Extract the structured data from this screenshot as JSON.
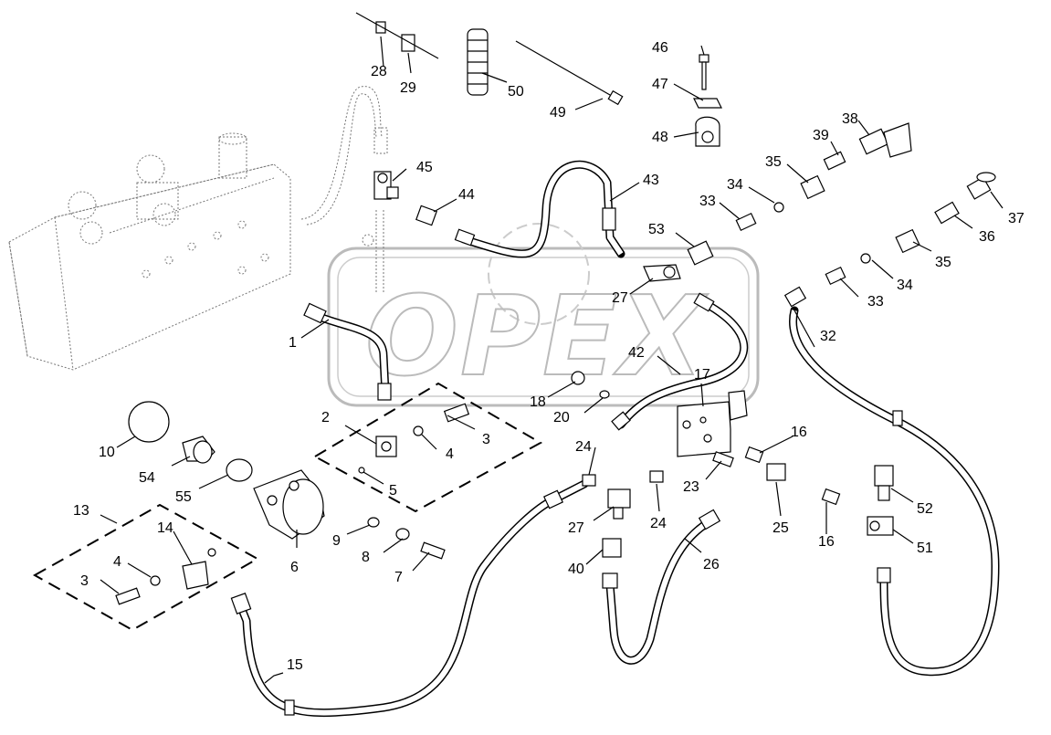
{
  "watermark": "OPEX",
  "labels": {
    "l1": "1",
    "l2": "2",
    "l3a": "3",
    "l3b": "3",
    "l4a": "4",
    "l4b": "4",
    "l5": "5",
    "l6": "6",
    "l7": "7",
    "l8": "8",
    "l9": "9",
    "l10": "10",
    "l13": "13",
    "l14": "14",
    "l15": "15",
    "l16a": "16",
    "l16b": "16",
    "l17": "17",
    "l18": "18",
    "l20": "20",
    "l23": "23",
    "l24a": "24",
    "l24b": "24",
    "l25": "25",
    "l26": "26",
    "l27a": "27",
    "l27b": "27",
    "l28": "28",
    "l29": "29",
    "l32": "32",
    "l33a": "33",
    "l33b": "33",
    "l34a": "34",
    "l34b": "34",
    "l35a": "35",
    "l35b": "35",
    "l36": "36",
    "l37": "37",
    "l38": "38",
    "l39": "39",
    "l40": "40",
    "l42": "42",
    "l43": "43",
    "l44": "44",
    "l45": "45",
    "l46": "46",
    "l47": "47",
    "l48": "48",
    "l49": "49",
    "l50": "50",
    "l51": "51",
    "l52": "52",
    "l53": "53",
    "l54": "54",
    "l55": "55"
  }
}
